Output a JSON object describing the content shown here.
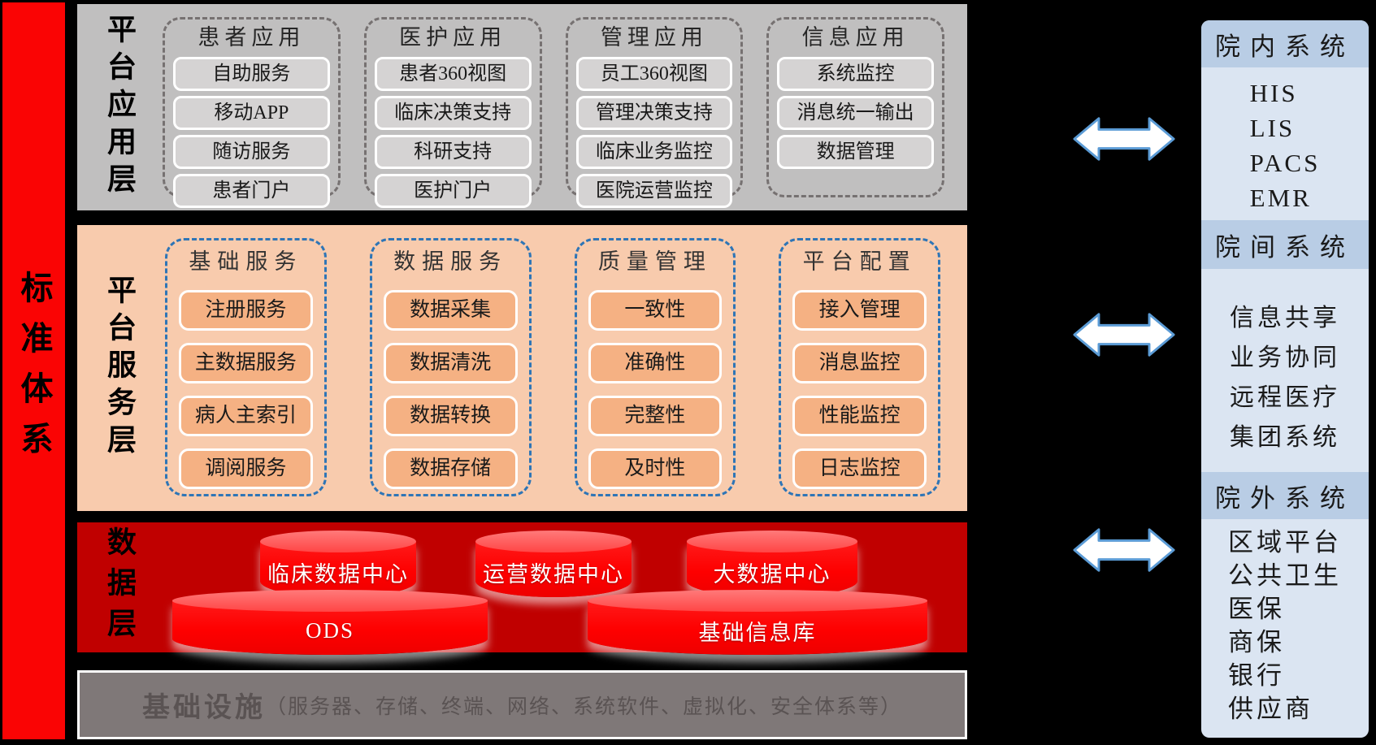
{
  "left_bar": {
    "label": "标准体系"
  },
  "layers": {
    "app": {
      "label": "平台应用层",
      "groups": [
        {
          "title": "患者应用",
          "items": [
            "自助服务",
            "移动APP",
            "随访服务",
            "患者门户"
          ]
        },
        {
          "title": "医护应用",
          "items": [
            "患者360视图",
            "临床决策支持",
            "科研支持",
            "医护门户"
          ]
        },
        {
          "title": "管理应用",
          "items": [
            "员工360视图",
            "管理决策支持",
            "临床业务监控",
            "医院运营监控"
          ]
        },
        {
          "title": "信息应用",
          "items": [
            "系统监控",
            "消息统一输出",
            "数据管理"
          ]
        }
      ]
    },
    "service": {
      "label": "平台服务层",
      "groups": [
        {
          "title": "基础服务",
          "items": [
            "注册服务",
            "主数据服务",
            "病人主索引",
            "调阅服务"
          ]
        },
        {
          "title": "数据服务",
          "items": [
            "数据采集",
            "数据清洗",
            "数据转换",
            "数据存储"
          ]
        },
        {
          "title": "质量管理",
          "items": [
            "一致性",
            "准确性",
            "完整性",
            "及时性"
          ]
        },
        {
          "title": "平台配置",
          "items": [
            "接入管理",
            "消息监控",
            "性能监控",
            "日志监控"
          ]
        }
      ]
    },
    "data": {
      "label": "数据层",
      "cylinders_small": [
        "临床数据中心",
        "运营数据中心",
        "大数据中心"
      ],
      "cylinders_large": [
        "ODS",
        "基础信息库"
      ]
    },
    "infrastructure": {
      "title": "基础设施",
      "detail": "（服务器、存储、终端、网络、系统软件、虚拟化、安全体系等）"
    }
  },
  "right_panel": {
    "sections": [
      {
        "header": "院内系统",
        "items": [
          "HIS",
          "LIS",
          "PACS",
          "EMR"
        ]
      },
      {
        "header": "院间系统",
        "items": [
          "信息共享",
          "业务协同",
          "远程医疗",
          "集团系统"
        ]
      },
      {
        "header": "院外系统",
        "items": [
          "区域平台",
          "公共卫生",
          "医保",
          "商保",
          "银行",
          "供应商"
        ]
      }
    ]
  },
  "colors": {
    "background": "#000000",
    "standards_bar": "#FA0404",
    "app_layer_bg": "#C0BFBF",
    "app_item_bg": "#D5D3D3",
    "app_group_border": "#767171",
    "service_layer_bg": "#F8CBAD",
    "service_item_bg": "#F5B183",
    "service_group_border": "#2E75B6",
    "data_layer_bg": "#C00000",
    "cylinder_body": "#FE0000",
    "cylinder_top": "#FF5A5A",
    "infrastructure_bg": "#7F7878",
    "panel_header_bg": "#B9CDE5",
    "panel_body_bg": "#DBE5F2",
    "arrow_fill": "#FFFFFF",
    "arrow_border": "#5B9BD5"
  }
}
